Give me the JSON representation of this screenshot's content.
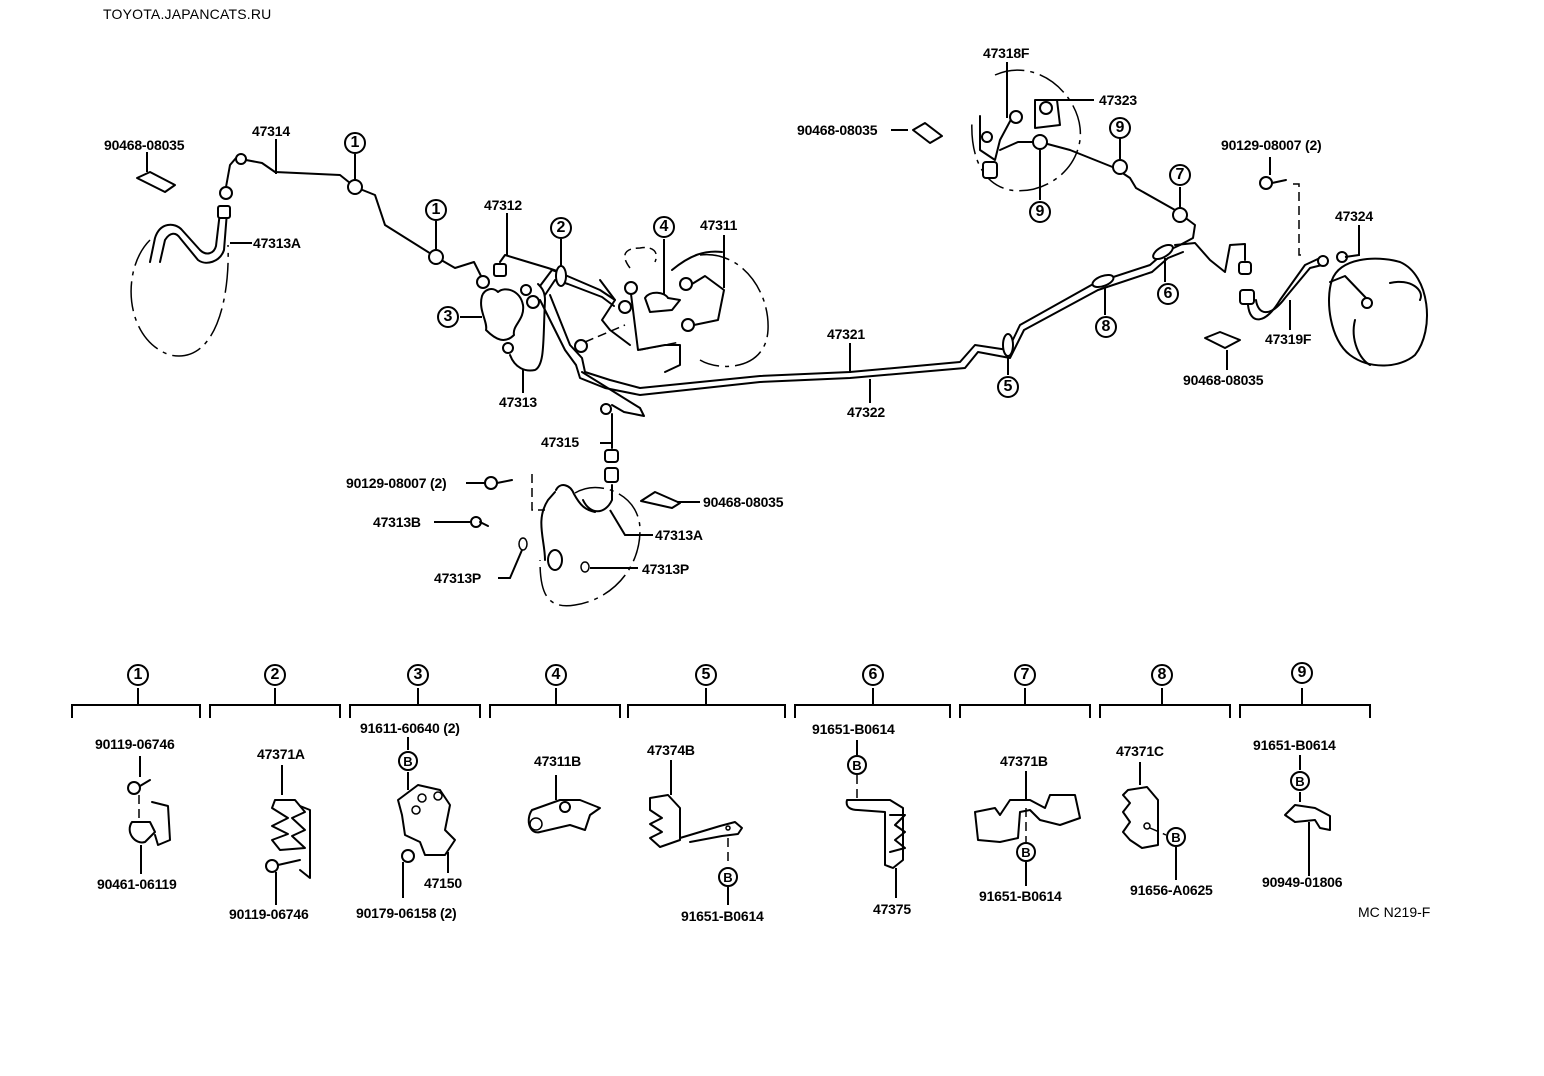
{
  "watermark": "TOYOTA.JAPANCATS.RU",
  "diagram_code": "MC N219-F",
  "bolt_marker": "B",
  "main_diagram": {
    "labels": {
      "clip_front_left": "90468-08035",
      "tube_47314": "47314",
      "hose_front_left": "47313A",
      "tube_47312": "47312",
      "tube_47313": "47313",
      "master_cylinder": "47311",
      "tube_47321": "47321",
      "tube_47322": "47322",
      "tube_47315": "47315",
      "bolt_rear_lower": "90129-08007 (2)",
      "bolt_47313b": "47313B",
      "plug_left": "47313P",
      "hose_lower": "47313A",
      "plug_right": "47313P",
      "clip_lower": "90468-08035",
      "flex_47318f": "47318F",
      "clip_top_right": "90468-08035",
      "fitting_47323": "47323",
      "bolt_right": "90129-08007 (2)",
      "fitting_47324": "47324",
      "hose_47319f": "47319F",
      "clip_right": "90468-08035"
    },
    "callouts": {
      "c1a": "1",
      "c1b": "1",
      "c2": "2",
      "c3": "3",
      "c4": "4",
      "c5": "5",
      "c6": "6",
      "c7": "7",
      "c8": "8",
      "c9a": "9",
      "c9b": "9"
    }
  },
  "legend": [
    {
      "number": "1",
      "parts": [
        "90119-06746",
        "90461-06119"
      ]
    },
    {
      "number": "2",
      "parts": [
        "47371A",
        "90119-06746"
      ]
    },
    {
      "number": "3",
      "parts": [
        "91611-60640 (2)",
        "47150",
        "90179-06158 (2)"
      ]
    },
    {
      "number": "4",
      "parts": [
        "47311B"
      ]
    },
    {
      "number": "5",
      "parts": [
        "47374B",
        "91651-B0614"
      ]
    },
    {
      "number": "6",
      "parts": [
        "91651-B0614",
        "47375"
      ]
    },
    {
      "number": "7",
      "parts": [
        "47371B",
        "91651-B0614"
      ]
    },
    {
      "number": "8",
      "parts": [
        "47371C",
        "91656-A0625"
      ]
    },
    {
      "number": "9",
      "parts": [
        "91651-B0614",
        "90949-01806"
      ]
    }
  ]
}
